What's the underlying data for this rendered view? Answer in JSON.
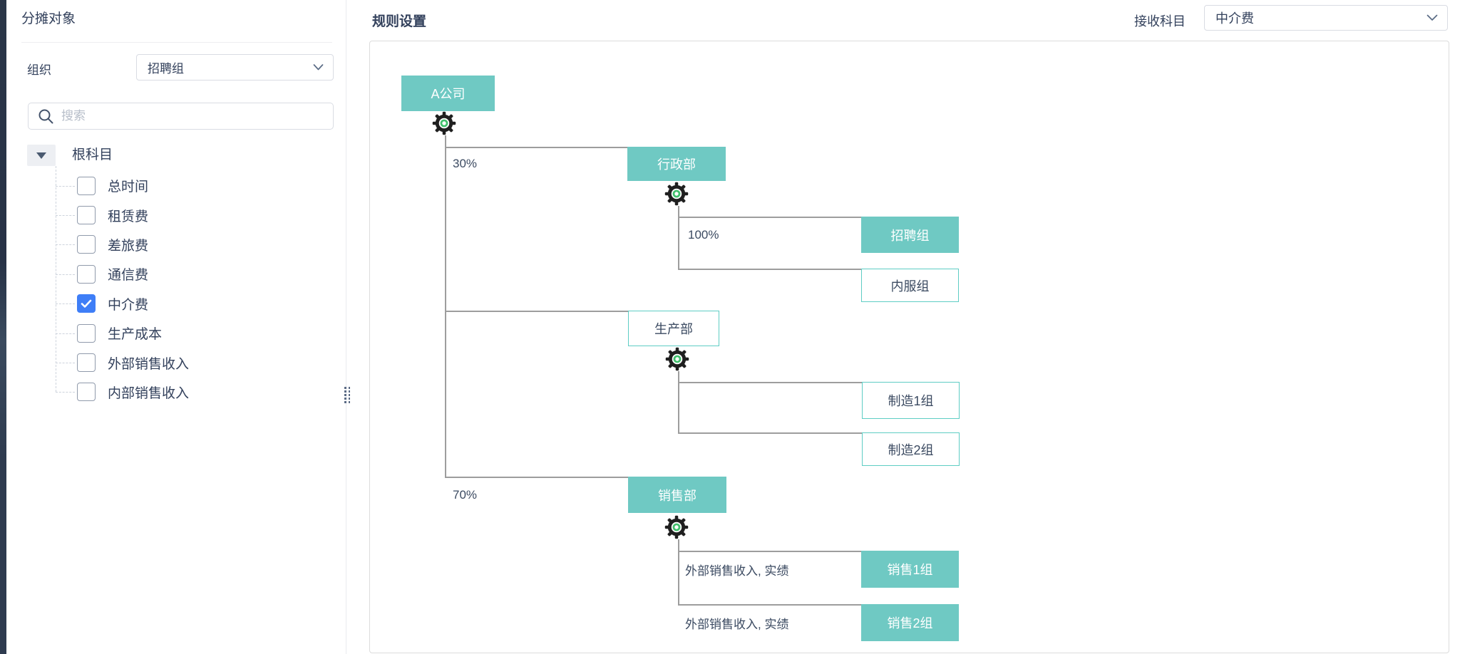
{
  "sidebar": {
    "title": "分摊对象",
    "org": {
      "label": "组织",
      "value": "招聘组"
    },
    "search": {
      "placeholder": "搜索"
    },
    "tree": {
      "root": "根科目",
      "items": [
        {
          "label": "总时间",
          "checked": false
        },
        {
          "label": "租赁费",
          "checked": false
        },
        {
          "label": "差旅费",
          "checked": false
        },
        {
          "label": "通信费",
          "checked": false
        },
        {
          "label": "中介费",
          "checked": true
        },
        {
          "label": "生产成本",
          "checked": false
        },
        {
          "label": "外部销售收入",
          "checked": false
        },
        {
          "label": "内部销售收入",
          "checked": false
        }
      ],
      "checked_color": "#3E7EF7"
    }
  },
  "main": {
    "title": "规则设置",
    "receive": {
      "label": "接收科目",
      "value": "中介费"
    }
  },
  "flowchart": {
    "nodes": [
      {
        "id": "company",
        "label": "A公司",
        "style": "filled",
        "rule": ""
      },
      {
        "id": "admin",
        "label": "行政部",
        "style": "filled",
        "rule": "30%"
      },
      {
        "id": "recruit",
        "label": "招聘组",
        "style": "filled",
        "rule": "100%"
      },
      {
        "id": "internal",
        "label": "内服组",
        "style": "outlined",
        "rule": ""
      },
      {
        "id": "production",
        "label": "生产部",
        "style": "outlined",
        "rule": ""
      },
      {
        "id": "mfg1",
        "label": "制造1组",
        "style": "outlined",
        "rule": ""
      },
      {
        "id": "mfg2",
        "label": "制造2组",
        "style": "outlined",
        "rule": ""
      },
      {
        "id": "sales",
        "label": "销售部",
        "style": "filled",
        "rule": "70%"
      },
      {
        "id": "sales1",
        "label": "销售1组",
        "style": "filled",
        "rule": "外部销售收入, 实绩"
      },
      {
        "id": "sales2",
        "label": "销售2组",
        "style": "filled",
        "rule": "外部销售收入, 实绩"
      }
    ],
    "colors": {
      "node_fill": "#6FC9C3",
      "node_border": "#5ECDC4",
      "node_text_dark": "#3B4A61",
      "line": "#9D9D9D",
      "gear_body": "#1F1F1F",
      "gear_ring": "#42C06D"
    }
  }
}
